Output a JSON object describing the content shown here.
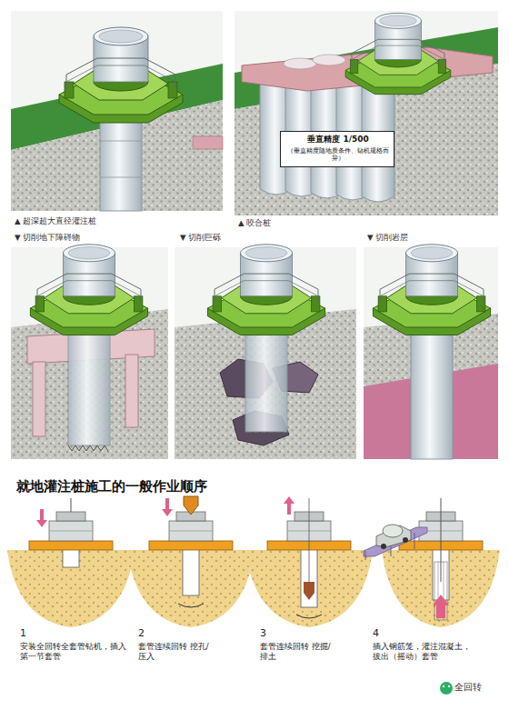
{
  "diagram": {
    "title": "就地灌注桩施工的一般作业顺序",
    "nodes": [
      {
        "text": [
          "▲ 超深超大直径灌注桩"
        ]
      },
      {
        "text": [
          "▲ 咬合桩"
        ]
      },
      {
        "text": [
          "垂直精度 1/500",
          "（垂直精度随地质条件、钻机规格而异）"
        ],
        "in": 1
      },
      {
        "text": [
          "▼ 切削地下障碍物"
        ]
      },
      {
        "text": [
          "▼ 切削巨砾"
        ]
      },
      {
        "text": [
          "▼ 切削岩层"
        ]
      },
      {
        "text": [
          "1",
          "安装全回转全套管钻机，插入第一节套管"
        ]
      },
      {
        "text": [
          "2",
          "套管连续回转 挖孔/压入"
        ]
      },
      {
        "text": [
          "3",
          "套管连续回转 挖掘/排土"
        ]
      },
      {
        "text": [
          "4",
          "插入钢筋笼，灌注混凝土，拔出（摇动）套管"
        ]
      }
    ],
    "labels": [
      "全回转"
    ]
  }
}
